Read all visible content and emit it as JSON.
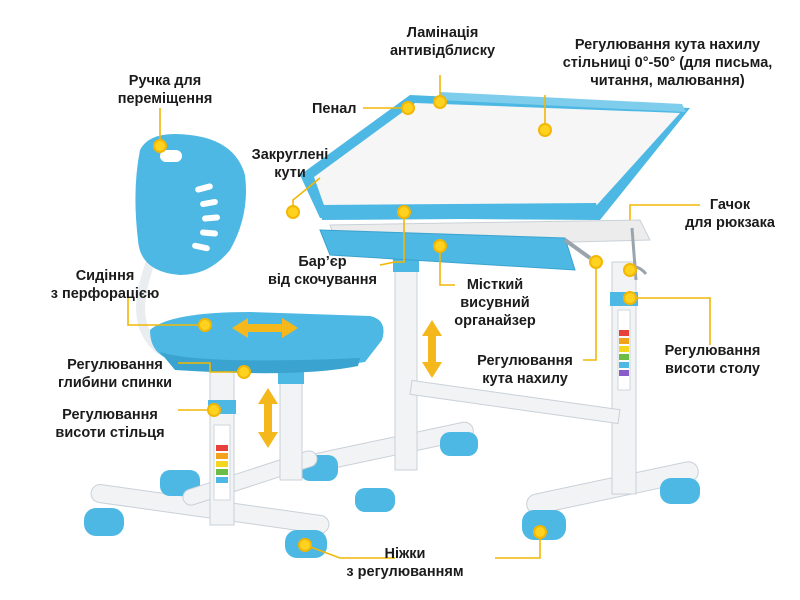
{
  "colors": {
    "accent_blue": "#4db8e4",
    "frame_white": "#f1f3f5",
    "leader_line": "#f2b705",
    "dot_fill": "#ffd21f",
    "dot_stroke": "#f2b705",
    "arrow": "#f5b81c",
    "text": "#1b1b1b"
  },
  "labels": {
    "lamination": "Ламінація\nантивідблиску",
    "tilt_desk": "Регулювання кута нахилу\nстільниці 0°-50° (для письма,\nчитання, малювання)",
    "handle": "Ручка для\nпереміщення",
    "pencil_case": "Пенал",
    "rounded_corners": "Закруглені\nкути",
    "hook": "Гачок\nдля рюкзака",
    "anti_slip": "Бар’єр\nвід скочування",
    "seat": "Сидіння\nз перфорацією",
    "organizer": "Місткий\nвисувний\nорганайзер",
    "back_depth": "Регулювання\nглибини спинки",
    "tilt_angle": "Регулювання\nкута нахилу",
    "desk_height": "Регулювання\nвисоти столу",
    "chair_height": "Регулювання\nвисоти стільця",
    "feet": "Ніжки\nз регулюванням"
  },
  "icons": {
    "markers": "callout-dot-icon",
    "arrows": "double-arrow-icon"
  }
}
